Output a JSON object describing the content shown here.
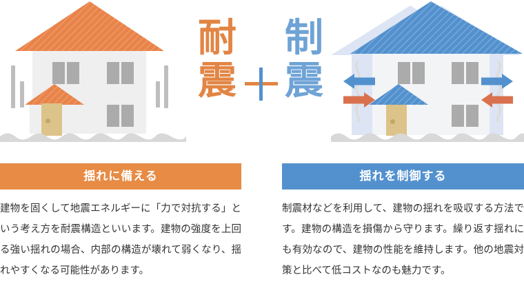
{
  "figure": {
    "title_kanji_left": "耐震",
    "title_kanji_left_chars": [
      "耐",
      "震"
    ],
    "title_kanji_right": "制震",
    "title_kanji_right_chars": [
      "制",
      "震"
    ],
    "operator": "+",
    "colors": {
      "orange": "#E28544",
      "orange_bar": "#E78B45",
      "blue": "#5391CE",
      "blue_light": "#6FA3D6",
      "ghost_blue": "#DDE5F5",
      "wall": "#EFEFEF",
      "window": "#ABABAB",
      "door": "#DCC389",
      "ground": "#D8D8D8",
      "shake_line": "#BEBEBE",
      "body_text": "#333333",
      "arrow_blue": "#5391CE",
      "arrow_salmon": "#D9714E"
    }
  },
  "illustration": {
    "left_house": {
      "name": "耐震の家",
      "roof_color": "#E8844A",
      "wall_color": "#EFEFEF",
      "door_color": "#DCC389",
      "motion_lines": "vertical-bars"
    },
    "right_house": {
      "name": "制震の家",
      "roof_color": "#5391CE",
      "ghost_color": "#DDE5F5",
      "wall_color": "#F3F4F6",
      "door_color": "#DCC389",
      "motion_lines": "wavy-squiggles",
      "arrows": [
        {
          "position": "left-upper",
          "direction": "left",
          "color": "#5391CE"
        },
        {
          "position": "left-lower",
          "direction": "right",
          "color": "#D9714E"
        },
        {
          "position": "right-upper",
          "direction": "right",
          "color": "#5391CE"
        },
        {
          "position": "right-lower",
          "direction": "left",
          "color": "#D9714E"
        }
      ]
    }
  },
  "panels": {
    "left": {
      "heading": "揺れに備える",
      "heading_bg": "#E78B45",
      "body": "建物を固くして地震エネルギーに「力で対抗する」という考え方を耐震構造といいます。建物の強度を上回る強い揺れの場合、内部の構造が壊れて弱くなり、揺れやすくなる可能性があります。"
    },
    "right": {
      "heading": "揺れを制御する",
      "heading_bg": "#5391CE",
      "body": "制震材などを利用して、建物の揺れを吸収する方法です。建物の構造を損傷から守ります。繰り返す揺れにも有効なので、建物の性能を維持します。他の地震対策と比べて低コストなのも魅力です。"
    }
  }
}
